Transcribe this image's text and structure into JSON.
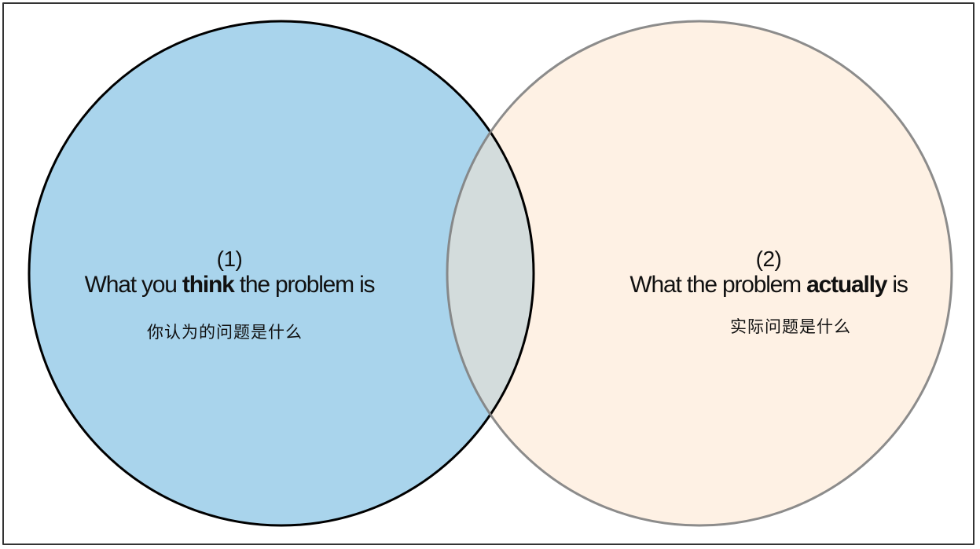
{
  "diagram": {
    "type": "venn",
    "colors": {
      "left_fill": "#a9d4ec",
      "left_stroke": "#000000",
      "right_fill": "#fef1e4",
      "right_stroke": "#808080",
      "overlap_fill": "#d3dcdc",
      "frame": "#333333"
    },
    "left": {
      "number": "(1)",
      "text_before": "What you ",
      "text_bold": "think",
      "text_after": " the problem is",
      "translation": "你认为的问题是什么"
    },
    "right": {
      "number": "(2)",
      "text_before": "What the problem ",
      "text_bold": "actually",
      "text_after": " is",
      "translation": "实际问题是什么"
    }
  }
}
